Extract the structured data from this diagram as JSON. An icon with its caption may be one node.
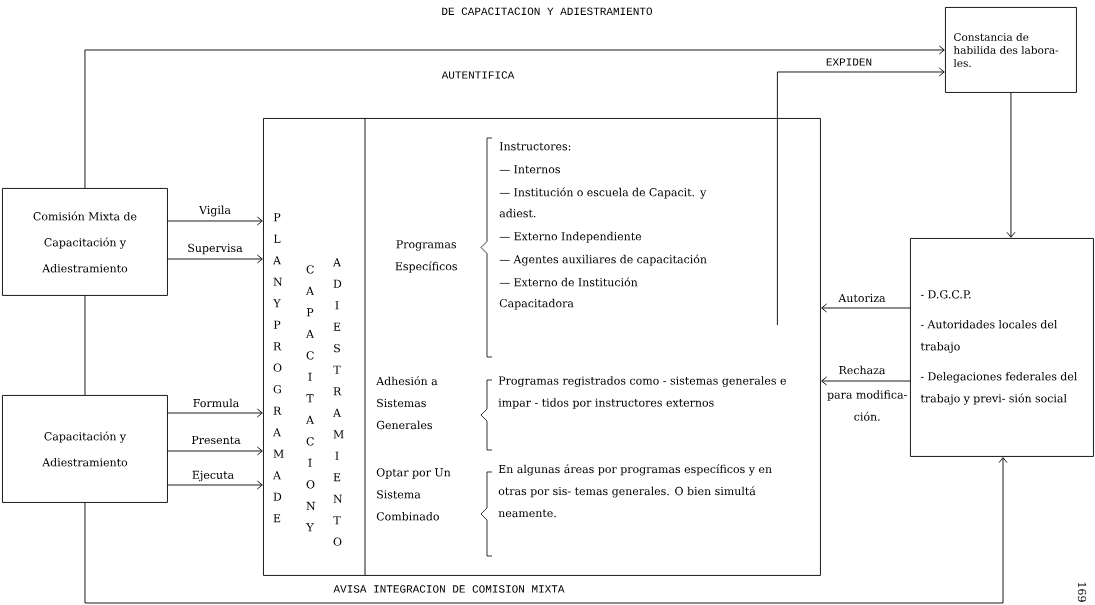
{
  "diagram": {
    "title": "DE CAPACITACION Y ADIESTRAMIENTO",
    "nodes": [
      {
        "text": [
          "Comisión Mixta de Capacitación y Adiestramiento"
        ]
      },
      {
        "text": [
          "Capacitación y Adiestramiento"
        ]
      },
      {
        "text": [
          "PLAN Y PROGRAMA DE",
          "CAPACITACION Y",
          "ADIESTRAMIENTO"
        ]
      },
      {
        "text": [
          "Instructores:",
          "— Internos",
          "— Institución o escuela de Capacit. y adiest.",
          "— Externo Independiente",
          "— Agentes auxiliares de capacitación",
          "— Externo de Institución Capacitadora"
        ],
        "in": 2
      },
      {
        "text": [
          "Constancia de habilida des labora- les."
        ]
      },
      {
        "text": [
          "- D.G.C.P.",
          "- Autoridades locales del trabajo",
          "- Delegaciones federales del trabajo y previ- sión social"
        ]
      }
    ],
    "edges": [
      {
        "from": 0,
        "to": 2,
        "arrow": "to",
        "label": "Vigila"
      },
      {
        "from": 0,
        "to": 2,
        "arrow": "to",
        "label": "Supervisa"
      },
      {
        "from": 1,
        "to": 2,
        "arrow": "to",
        "label": "Formula"
      },
      {
        "from": 1,
        "to": 2,
        "arrow": "to",
        "label": "Presenta"
      },
      {
        "from": 1,
        "to": 2,
        "arrow": "to",
        "label": "Ejecuta"
      },
      {
        "from": 0,
        "to": 4,
        "arrow": "to",
        "label": "AUTENTIFICA"
      },
      {
        "from": 3,
        "to": 4,
        "arrow": "to",
        "label": "EXPIDEN"
      },
      {
        "from": 4,
        "to": 5,
        "arrow": "to"
      },
      {
        "from": 5,
        "to": 2,
        "arrow": "to",
        "label": "Autoriza"
      },
      {
        "from": 5,
        "to": 2,
        "arrow": "to",
        "label": "Rechaza"
      },
      {
        "from": 1,
        "to": 5,
        "arrow": "to",
        "label": "AVISA INTEGRACION DE COMISION MIXTA"
      },
      {
        "from": 0,
        "to": 1,
        "arrow": "none"
      }
    ],
    "labels": [
      "Programas Específicos",
      "Adhesión a Sistemas Generales",
      "Programas registrados como - sistemas generales e impar - tidos por instructores externos",
      "Optar por Un Sistema Combinado",
      "En algunas áreas por programas específicos y en otras por sis- temas generales. O bien simultá neamente.",
      "para modifica- ción.",
      "169"
    ]
  }
}
